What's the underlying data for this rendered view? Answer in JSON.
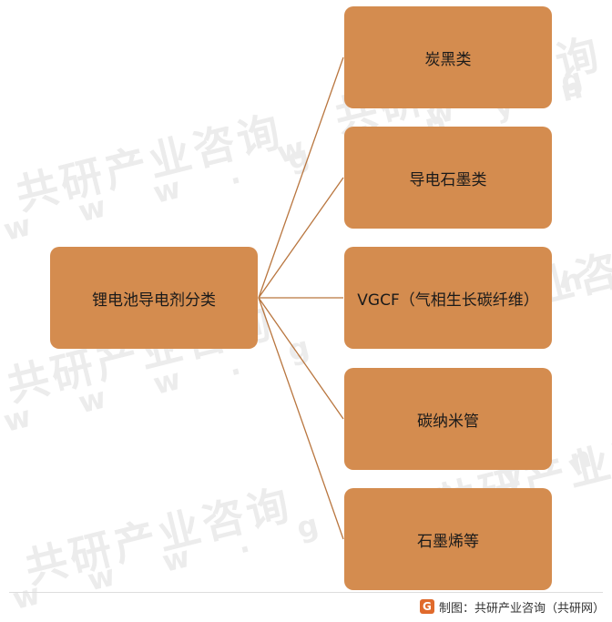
{
  "watermark": {
    "cn": "共研产业咨询",
    "en": "w w w . g o n y n . c o m"
  },
  "diagram": {
    "root": "锂电池导电剂分类",
    "leaves": [
      "炭黑类",
      "导电石墨类",
      "VGCF（气相生长碳纤维）",
      "碳纳米管",
      "石墨烯等"
    ]
  },
  "footer": {
    "credit": "制图：共研产业咨询（共研网）",
    "logo_glyph": "G"
  },
  "colors": {
    "box_fill": "#d48c4f",
    "connector": "#b9763f"
  }
}
